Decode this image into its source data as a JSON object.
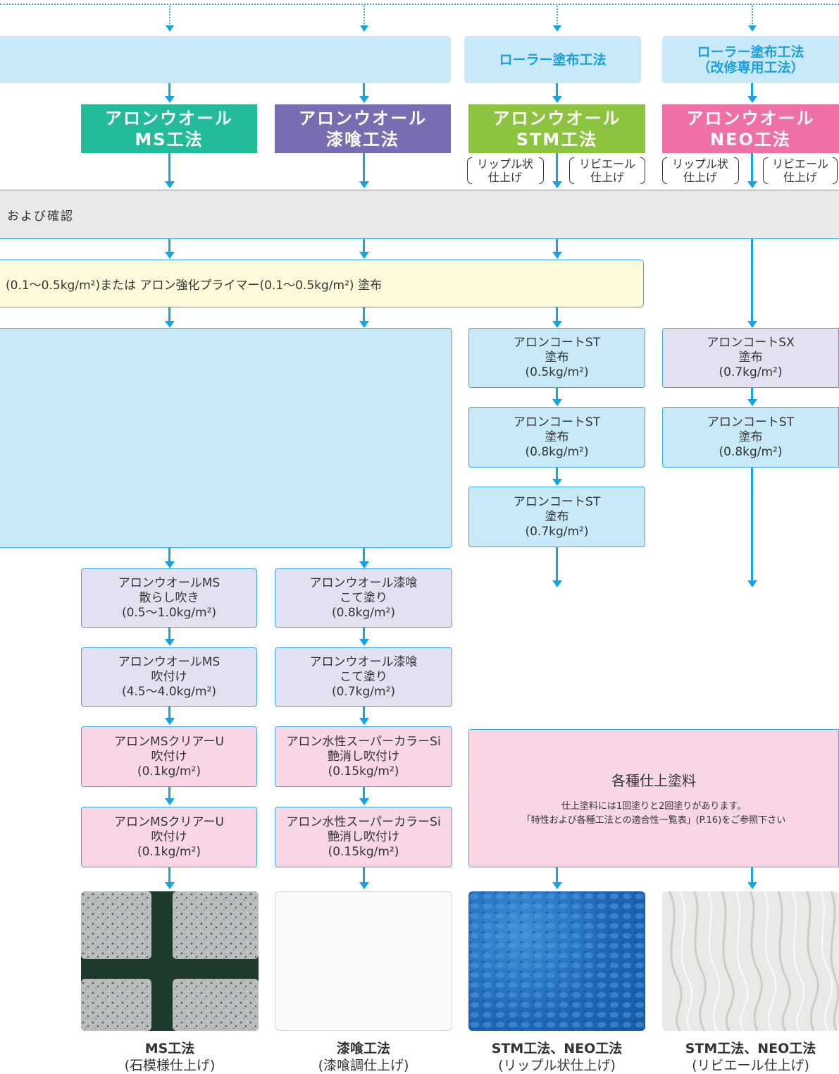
{
  "categories": {
    "roller": "ローラー塗布工法",
    "roller_renovation": "ローラー塗布工法\n（改修専用工法）"
  },
  "methods": {
    "ms": "アロンウオール\nMS工法",
    "shikkui": "アロンウオール\n漆喰工法",
    "stm": "アロンウオール\nSTM工法",
    "neo": "アロンウオール\nNEO工法"
  },
  "finish_options": {
    "ripple": "リップル状\n仕上げ",
    "ribiel": "リビエール\n仕上げ"
  },
  "inspection_text": "および確認",
  "primer_text": "(0.1〜0.5kg/m²)または アロン強化プライマー(0.1〜0.5kg/m²) 塗布",
  "steps": {
    "stm_1": "アロンコートST\n塗布\n(0.5kg/m²)",
    "stm_2": "アロンコートST\n塗布\n(0.8kg/m²)",
    "stm_3": "アロンコートST\n塗布\n(0.7kg/m²)",
    "neo_1": "アロンコートSX\n塗布\n(0.7kg/m²)",
    "neo_2": "アロンコートST\n塗布\n(0.8kg/m²)",
    "ms_1": "アロンウオールMS\n散らし吹き\n(0.5〜1.0kg/m²)",
    "ms_2": "アロンウオールMS\n吹付け\n(4.5〜4.0kg/m²)",
    "ms_3": "アロンMSクリアーU\n吹付け\n(0.1kg/m²)",
    "ms_4": "アロンMSクリアーU\n吹付け\n(0.1kg/m²)",
    "sh_1": "アロンウオール漆喰\nこて塗り\n(0.8kg/m²)",
    "sh_2": "アロンウオール漆喰\nこて塗り\n(0.7kg/m²)",
    "sh_3": "アロン水性スーパーカラーSi\n艶消し吹付け\n(0.15kg/m²)",
    "sh_4": "アロン水性スーパーカラーSi\n艶消し吹付け\n(0.15kg/m²)"
  },
  "finish": {
    "title": "各種仕上塗料",
    "note": "仕上塗料には1回塗りと2回塗りがあります。\n「特性および各種工法との適合性一覧表」(P.16)をご参照下さい"
  },
  "samples": [
    {
      "title": "MS工法",
      "subtitle": "(石模様仕上げ)"
    },
    {
      "title": "漆喰工法",
      "subtitle": "(漆喰調仕上げ)"
    },
    {
      "title": "STM工法、NEO工法",
      "subtitle": "(リップル状仕上げ)"
    },
    {
      "title": "STM工法、NEO工法",
      "subtitle": "(リビエール仕上げ)"
    }
  ],
  "colors": {
    "arrow": "#16a2e6",
    "ms": "#23bc9a",
    "shikkui": "#7a6cb3",
    "stm": "#8dc43f",
    "neo": "#ef6fa7"
  }
}
